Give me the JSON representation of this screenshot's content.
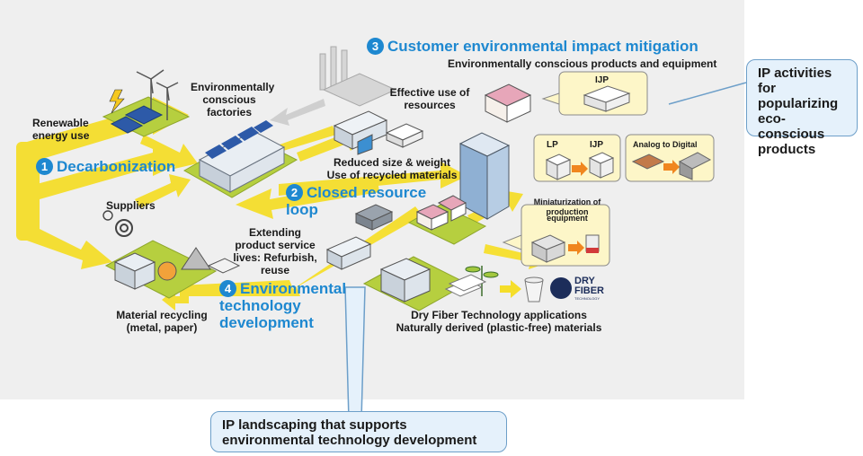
{
  "topics": {
    "decarbonization": {
      "num": "1",
      "label": "Decarbonization"
    },
    "closed_loop": {
      "num": "2",
      "label": "Closed resource loop"
    },
    "customer": {
      "num": "3",
      "label": "Customer environmental impact mitigation"
    },
    "env_tech": {
      "num": "4",
      "label": "Environmental technology development"
    }
  },
  "labels": {
    "renewable": "Renewable energy use",
    "factories": "Environmentally conscious factories",
    "suppliers": "Suppliers",
    "material_recycling": "Material recycling (metal, paper)",
    "effective_use": "Effective use of resources",
    "reduced_size": "Reduced size & weight",
    "recycled_materials": "Use of recycled materials",
    "extending": "Extending product service lives: Refurbish, reuse",
    "env_products": "Environmentally conscious products and equipment",
    "dry_fiber_apps": "Dry Fiber Technology applications",
    "natural_materials": "Naturally derived (plastic-free) materials"
  },
  "boxes": {
    "ijp_top": "IJP",
    "lp": "LP",
    "ijp_mid": "IJP",
    "analog": "Analog to Digital",
    "miniaturization": "Miniaturization of production",
    "equipment": "equipment"
  },
  "logo": {
    "line1": "DRY",
    "line2": "FIBER",
    "sub": "TECHNOLOGY"
  },
  "callouts": {
    "ip_activities": "IP activities for popularizing eco-conscious products",
    "ip_landscaping": "IP landscaping that supports environmental technology development"
  },
  "colors": {
    "arrow_yellow": "#f5de2a",
    "topic_blue": "#1e88d0",
    "callout_fill": "#e5f1fb",
    "callout_border": "#6d9fc9",
    "ground_green": "#b6cf3f",
    "box_fill": "#fdf6c8"
  }
}
